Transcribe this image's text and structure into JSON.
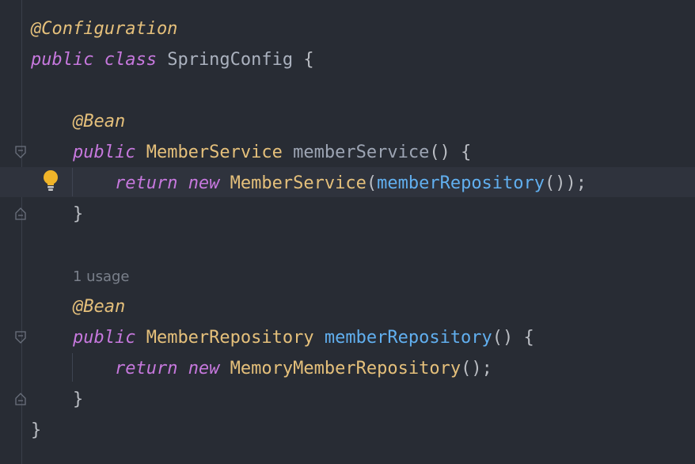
{
  "editor": {
    "lines": [
      {
        "tokens": [
          {
            "t": "@Configuration",
            "c": "ann"
          }
        ]
      },
      {
        "tokens": [
          {
            "t": "public ",
            "c": "kw"
          },
          {
            "t": "class ",
            "c": "kw"
          },
          {
            "t": "SpringConfig ",
            "c": "cls"
          },
          {
            "t": "{",
            "c": "punc"
          }
        ]
      },
      {
        "tokens": []
      },
      {
        "tokens": [
          {
            "t": "    ",
            "c": "punc"
          },
          {
            "t": "@Bean",
            "c": "ann"
          }
        ]
      },
      {
        "tokens": [
          {
            "t": "    ",
            "c": "punc"
          },
          {
            "t": "public ",
            "c": "kw"
          },
          {
            "t": "MemberService ",
            "c": "type"
          },
          {
            "t": "memberService",
            "c": "method-dim"
          },
          {
            "t": "() {",
            "c": "punc"
          }
        ]
      },
      {
        "tokens": [
          {
            "t": "        ",
            "c": "punc"
          },
          {
            "t": "return ",
            "c": "kw"
          },
          {
            "t": "new ",
            "c": "kw"
          },
          {
            "t": "MemberService",
            "c": "type"
          },
          {
            "t": "(",
            "c": "punc"
          },
          {
            "t": "memberRepository",
            "c": "method"
          },
          {
            "t": "());",
            "c": "punc"
          }
        ]
      },
      {
        "tokens": [
          {
            "t": "    }",
            "c": "punc"
          }
        ]
      },
      {
        "tokens": []
      },
      {
        "tokens": [
          {
            "t": "    ",
            "c": "punc"
          },
          {
            "t": "1 usage",
            "c": "inlay"
          }
        ]
      },
      {
        "tokens": [
          {
            "t": "    ",
            "c": "punc"
          },
          {
            "t": "@Bean",
            "c": "ann"
          }
        ]
      },
      {
        "tokens": [
          {
            "t": "    ",
            "c": "punc"
          },
          {
            "t": "public ",
            "c": "kw"
          },
          {
            "t": "MemberRepository ",
            "c": "type"
          },
          {
            "t": "memberRepository",
            "c": "method"
          },
          {
            "t": "() {",
            "c": "punc"
          }
        ]
      },
      {
        "tokens": [
          {
            "t": "        ",
            "c": "punc"
          },
          {
            "t": "return ",
            "c": "kw"
          },
          {
            "t": "new ",
            "c": "kw"
          },
          {
            "t": "MemoryMemberRepository",
            "c": "type"
          },
          {
            "t": "();",
            "c": "punc"
          }
        ]
      },
      {
        "tokens": [
          {
            "t": "    }",
            "c": "punc"
          }
        ]
      },
      {
        "tokens": [
          {
            "t": "}",
            "c": "punc"
          }
        ]
      }
    ]
  },
  "colors": {
    "background": "#282c34",
    "keyword": "#c678dd",
    "annotation": "#e5c07b",
    "method": "#61afef",
    "bulb": "#f0b429"
  },
  "icons": {
    "intention": "lightbulb-icon",
    "fold_start": "fold-start-icon",
    "fold_end": "fold-end-icon"
  }
}
